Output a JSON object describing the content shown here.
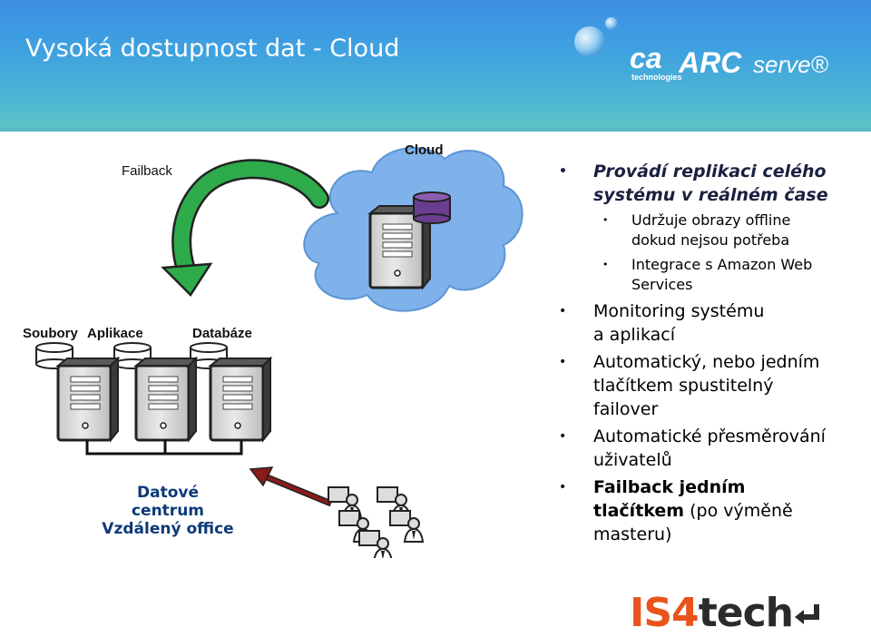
{
  "header": {
    "title": "Vysoká dostupnost dat - Cloud",
    "ca_logo": "ca",
    "ca_sub": "technologies",
    "arc_logo_main": "ARC",
    "arc_logo_sub": "serve®"
  },
  "diagram": {
    "cloud_label": "Cloud",
    "failback_label": "Failback",
    "files_label": "Soubory",
    "apps_label": "Aplikace",
    "db_label": "Databáze",
    "datacenter_line1": "Datové centrum",
    "datacenter_line2": "Vzdálený office"
  },
  "bullets": {
    "item1_line1": "Provádí replikaci celého",
    "item1_line2": "systému v reálném čase",
    "sub1_line1": "Udržuje obrazy offline",
    "sub1_line2": "dokud nejsou potřeba",
    "sub2_line1": "Integrace s Amazon Web",
    "sub2_line2": "Services",
    "item2_line1": "Monitoring systému",
    "item2_line2": "a aplikací",
    "item3_line1": "Automatický, nebo jedním",
    "item3_line2": "tlačítkem spustitelný",
    "item3_line3": "failover",
    "item4_line1": "Automatické přesměrování",
    "item4_line2": "uživatelů",
    "item5_line1": "Failback jedním",
    "item5_bold2": "tlačítkem",
    "item5_rest2": " (po výměně",
    "item5_line3": "masteru)"
  },
  "footer": {
    "logo_is": "IS4",
    "logo_tech": "tech"
  },
  "colors": {
    "header_top": "#3d8fe3",
    "header_bottom": "#5ec4c4",
    "cloud": "#7fb2ea",
    "arrow_green": "#2eab4b",
    "arrow_red": "#8b1a1a",
    "db_purple": "#6a3d8f",
    "datacenter_text": "#0d3a78",
    "logo_orange": "#e8541c"
  },
  "icons": [
    "server-icon",
    "database-icon",
    "cloud-icon",
    "failback-arrow-icon",
    "users-icon",
    "drop-bubble-icon"
  ]
}
